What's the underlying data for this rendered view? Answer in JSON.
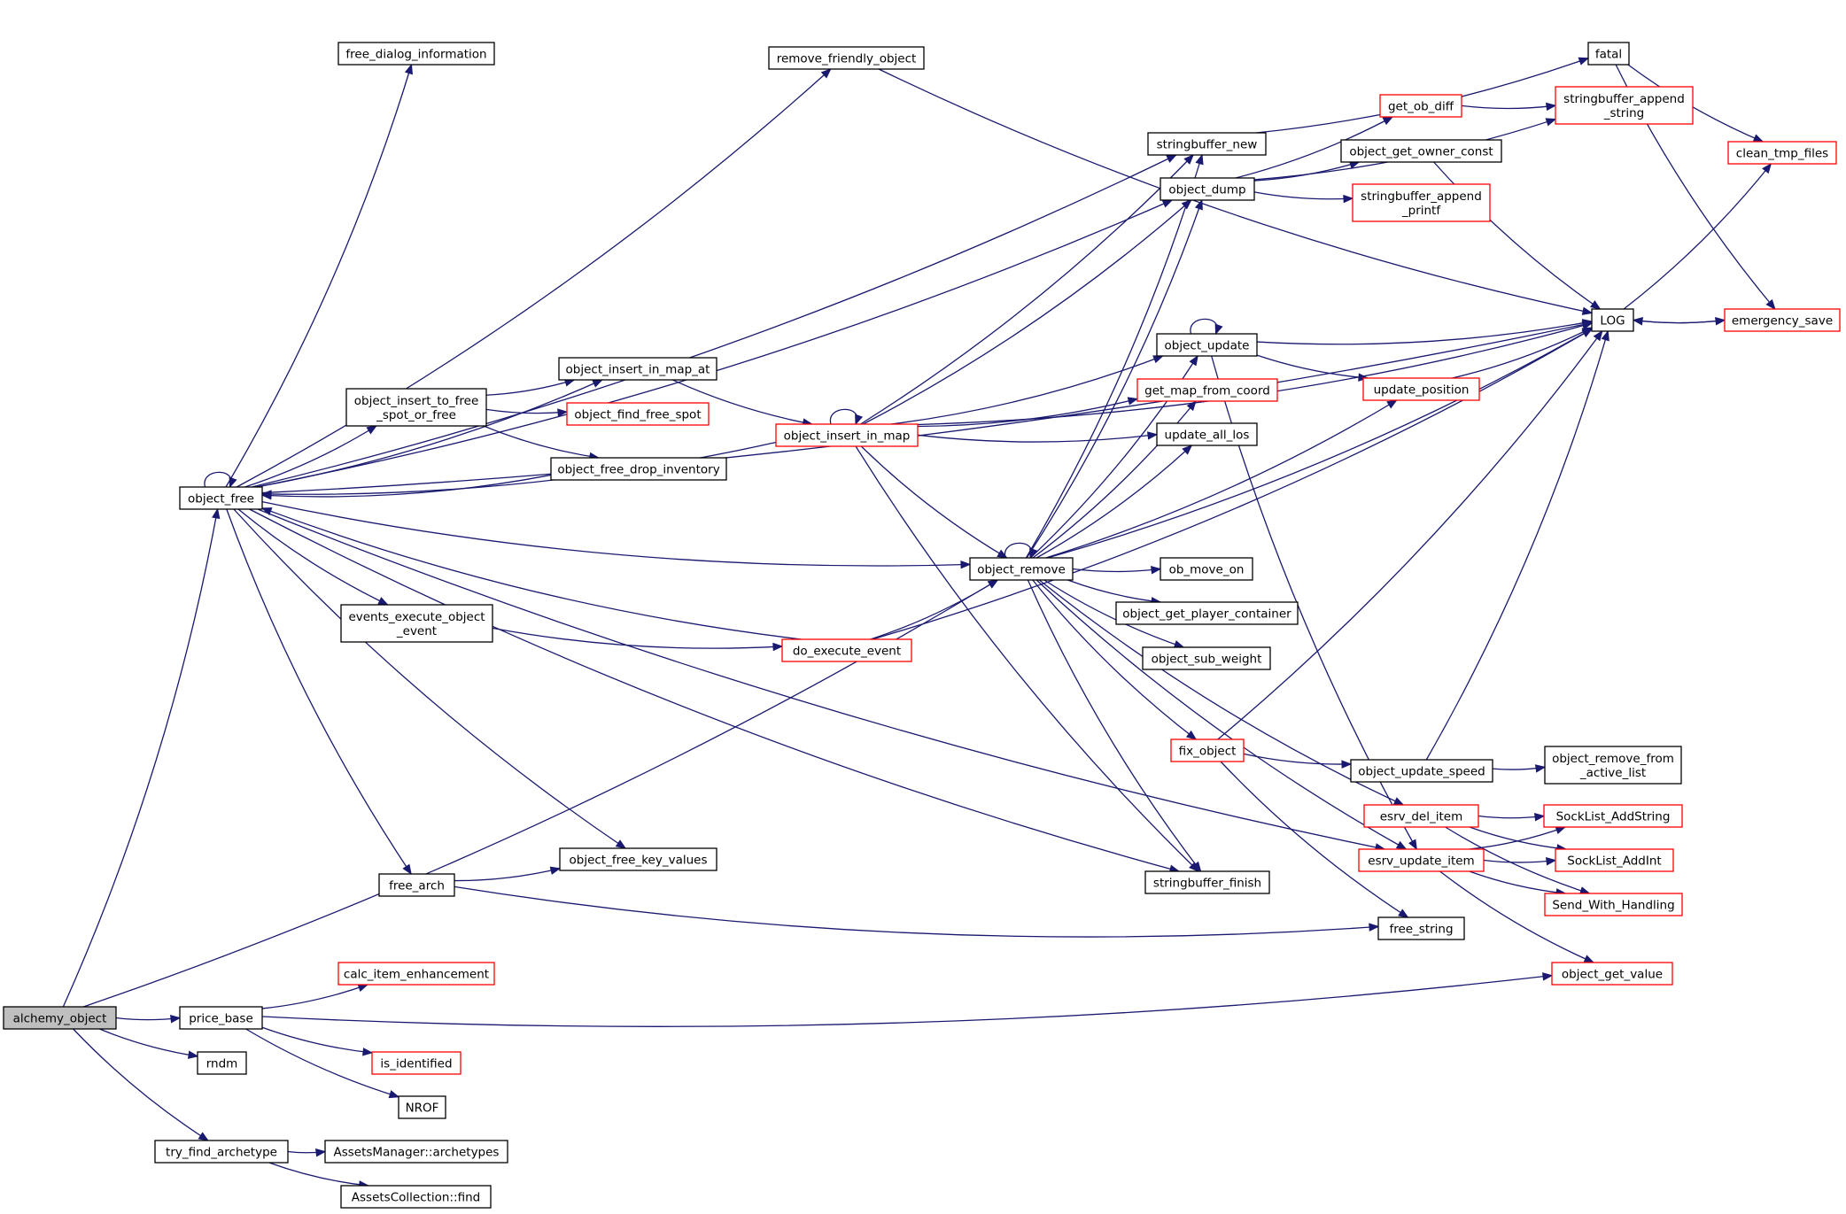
{
  "colors": {
    "edge": "#191970",
    "border": "#000000",
    "incomplete_border": "#ff0000",
    "root_fill": "#bfbfbf"
  },
  "nodes": [
    {
      "id": "alchemy_object",
      "lines": [
        "alchemy_object"
      ],
      "style": "root"
    },
    {
      "id": "object_free",
      "lines": [
        "object_free"
      ],
      "style": "normal"
    },
    {
      "id": "price_base",
      "lines": [
        "price_base"
      ],
      "style": "normal"
    },
    {
      "id": "rndm",
      "lines": [
        "rndm"
      ],
      "style": "normal"
    },
    {
      "id": "try_find_archetype",
      "lines": [
        "try_find_archetype"
      ],
      "style": "normal"
    },
    {
      "id": "free_dialog_information",
      "lines": [
        "free_dialog_information"
      ],
      "style": "normal"
    },
    {
      "id": "object_insert_to_free_spot_or_free",
      "lines": [
        "object_insert_to_free",
        "_spot_or_free"
      ],
      "style": "normal"
    },
    {
      "id": "events_execute_object_event",
      "lines": [
        "events_execute_object",
        "_event"
      ],
      "style": "normal"
    },
    {
      "id": "free_arch",
      "lines": [
        "free_arch"
      ],
      "style": "normal"
    },
    {
      "id": "calc_item_enhancement",
      "lines": [
        "calc_item_enhancement"
      ],
      "style": "red"
    },
    {
      "id": "is_identified",
      "lines": [
        "is_identified"
      ],
      "style": "red"
    },
    {
      "id": "NROF",
      "lines": [
        "NROF"
      ],
      "style": "normal"
    },
    {
      "id": "AssetsManager_archetypes",
      "lines": [
        "AssetsManager::archetypes"
      ],
      "style": "normal"
    },
    {
      "id": "AssetsCollection_find",
      "lines": [
        "AssetsCollection::find"
      ],
      "style": "normal"
    },
    {
      "id": "object_insert_in_map_at",
      "lines": [
        "object_insert_in_map_at"
      ],
      "style": "normal"
    },
    {
      "id": "object_find_free_spot",
      "lines": [
        "object_find_free_spot"
      ],
      "style": "red"
    },
    {
      "id": "object_free_drop_inventory",
      "lines": [
        "object_free_drop_inventory"
      ],
      "style": "normal"
    },
    {
      "id": "object_free_key_values",
      "lines": [
        "object_free_key_values"
      ],
      "style": "normal"
    },
    {
      "id": "remove_friendly_object",
      "lines": [
        "remove_friendly_object"
      ],
      "style": "normal"
    },
    {
      "id": "object_insert_in_map",
      "lines": [
        "object_insert_in_map"
      ],
      "style": "red"
    },
    {
      "id": "do_execute_event",
      "lines": [
        "do_execute_event"
      ],
      "style": "red"
    },
    {
      "id": "stringbuffer_new",
      "lines": [
        "stringbuffer_new"
      ],
      "style": "normal"
    },
    {
      "id": "object_dump",
      "lines": [
        "object_dump"
      ],
      "style": "normal"
    },
    {
      "id": "object_update",
      "lines": [
        "object_update"
      ],
      "style": "normal"
    },
    {
      "id": "get_map_from_coord",
      "lines": [
        "get_map_from_coord"
      ],
      "style": "red"
    },
    {
      "id": "update_all_los",
      "lines": [
        "update_all_los"
      ],
      "style": "normal"
    },
    {
      "id": "object_remove",
      "lines": [
        "object_remove"
      ],
      "style": "normal"
    },
    {
      "id": "ob_move_on",
      "lines": [
        "ob_move_on"
      ],
      "style": "normal"
    },
    {
      "id": "object_get_player_container",
      "lines": [
        "object_get_player_container"
      ],
      "style": "normal"
    },
    {
      "id": "object_sub_weight",
      "lines": [
        "object_sub_weight"
      ],
      "style": "normal"
    },
    {
      "id": "fix_object",
      "lines": [
        "fix_object"
      ],
      "style": "red"
    },
    {
      "id": "stringbuffer_finish",
      "lines": [
        "stringbuffer_finish"
      ],
      "style": "normal"
    },
    {
      "id": "get_ob_diff",
      "lines": [
        "get_ob_diff"
      ],
      "style": "red"
    },
    {
      "id": "object_get_owner_const",
      "lines": [
        "object_get_owner_const"
      ],
      "style": "normal"
    },
    {
      "id": "stringbuffer_append_printf",
      "lines": [
        "stringbuffer_append",
        "_printf"
      ],
      "style": "red"
    },
    {
      "id": "update_position",
      "lines": [
        "update_position"
      ],
      "style": "red"
    },
    {
      "id": "object_update_speed",
      "lines": [
        "object_update_speed"
      ],
      "style": "normal"
    },
    {
      "id": "esrv_del_item",
      "lines": [
        "esrv_del_item"
      ],
      "style": "red"
    },
    {
      "id": "esrv_update_item",
      "lines": [
        "esrv_update_item"
      ],
      "style": "red"
    },
    {
      "id": "free_string",
      "lines": [
        "free_string"
      ],
      "style": "normal"
    },
    {
      "id": "object_get_value",
      "lines": [
        "object_get_value"
      ],
      "style": "red"
    },
    {
      "id": "fatal",
      "lines": [
        "fatal"
      ],
      "style": "normal"
    },
    {
      "id": "stringbuffer_append_string",
      "lines": [
        "stringbuffer_append",
        "_string"
      ],
      "style": "red"
    },
    {
      "id": "LOG",
      "lines": [
        "LOG"
      ],
      "style": "normal"
    },
    {
      "id": "object_remove_from_active_list",
      "lines": [
        "object_remove_from",
        "_active_list"
      ],
      "style": "normal"
    },
    {
      "id": "SockList_AddString",
      "lines": [
        "SockList_AddString"
      ],
      "style": "red"
    },
    {
      "id": "SockList_AddInt",
      "lines": [
        "SockList_AddInt"
      ],
      "style": "red"
    },
    {
      "id": "Send_With_Handling",
      "lines": [
        "Send_With_Handling"
      ],
      "style": "red"
    },
    {
      "id": "clean_tmp_files",
      "lines": [
        "clean_tmp_files"
      ],
      "style": "red"
    },
    {
      "id": "emergency_save",
      "lines": [
        "emergency_save"
      ],
      "style": "red"
    }
  ],
  "edges": [
    [
      "alchemy_object",
      "object_free"
    ],
    [
      "alchemy_object",
      "object_remove"
    ],
    [
      "alchemy_object",
      "price_base"
    ],
    [
      "alchemy_object",
      "rndm"
    ],
    [
      "alchemy_object",
      "try_find_archetype"
    ],
    [
      "object_free",
      "free_dialog_information"
    ],
    [
      "object_free",
      "remove_friendly_object"
    ],
    [
      "object_free",
      "stringbuffer_new"
    ],
    [
      "object_free",
      "object_dump"
    ],
    [
      "object_free",
      "LOG"
    ],
    [
      "object_free",
      "object_insert_in_map_at"
    ],
    [
      "object_free",
      "object_insert_to_free_spot_or_free"
    ],
    [
      "object_free",
      "object_free"
    ],
    [
      "object_free",
      "object_remove"
    ],
    [
      "object_free",
      "events_execute_object_event"
    ],
    [
      "object_free",
      "stringbuffer_finish"
    ],
    [
      "object_free",
      "object_free_key_values"
    ],
    [
      "object_free",
      "free_arch"
    ],
    [
      "object_free",
      "esrv_update_item"
    ],
    [
      "object_insert_to_free_spot_or_free",
      "object_insert_in_map_at"
    ],
    [
      "object_insert_to_free_spot_or_free",
      "object_find_free_spot"
    ],
    [
      "object_insert_to_free_spot_or_free",
      "object_free_drop_inventory"
    ],
    [
      "object_free_drop_inventory",
      "object_free"
    ],
    [
      "object_insert_in_map",
      "object_free"
    ],
    [
      "do_execute_event",
      "object_free"
    ],
    [
      "object_insert_in_map_at",
      "object_insert_in_map"
    ],
    [
      "events_execute_object_event",
      "do_execute_event"
    ],
    [
      "free_arch",
      "object_free_key_values"
    ],
    [
      "free_arch",
      "free_string"
    ],
    [
      "price_base",
      "calc_item_enhancement"
    ],
    [
      "price_base",
      "is_identified"
    ],
    [
      "price_base",
      "NROF"
    ],
    [
      "price_base",
      "object_get_value"
    ],
    [
      "try_find_archetype",
      "AssetsManager_archetypes"
    ],
    [
      "try_find_archetype",
      "AssetsCollection_find"
    ],
    [
      "remove_friendly_object",
      "LOG"
    ],
    [
      "object_insert_in_map",
      "object_insert_in_map"
    ],
    [
      "object_insert_in_map",
      "stringbuffer_new"
    ],
    [
      "object_insert_in_map",
      "object_dump"
    ],
    [
      "object_insert_in_map",
      "LOG"
    ],
    [
      "object_insert_in_map",
      "object_update"
    ],
    [
      "object_insert_in_map",
      "get_map_from_coord"
    ],
    [
      "object_insert_in_map",
      "update_all_los"
    ],
    [
      "object_insert_in_map",
      "object_remove"
    ],
    [
      "object_insert_in_map",
      "stringbuffer_finish"
    ],
    [
      "do_execute_event",
      "object_remove"
    ],
    [
      "do_execute_event",
      "LOG"
    ],
    [
      "object_remove",
      "object_remove"
    ],
    [
      "object_remove",
      "stringbuffer_new"
    ],
    [
      "object_remove",
      "object_dump"
    ],
    [
      "object_remove",
      "object_update"
    ],
    [
      "object_remove",
      "get_map_from_coord"
    ],
    [
      "object_remove",
      "update_all_los"
    ],
    [
      "object_remove",
      "LOG"
    ],
    [
      "object_remove",
      "update_position"
    ],
    [
      "object_remove",
      "ob_move_on"
    ],
    [
      "object_remove",
      "object_get_player_container"
    ],
    [
      "object_remove",
      "object_sub_weight"
    ],
    [
      "object_remove",
      "fix_object"
    ],
    [
      "object_remove",
      "esrv_del_item"
    ],
    [
      "object_remove",
      "esrv_update_item"
    ],
    [
      "object_remove",
      "stringbuffer_finish"
    ],
    [
      "stringbuffer_new",
      "fatal"
    ],
    [
      "object_dump",
      "stringbuffer_append_string"
    ],
    [
      "object_dump",
      "get_ob_diff"
    ],
    [
      "object_dump",
      "object_get_owner_const"
    ],
    [
      "object_dump",
      "stringbuffer_append_printf"
    ],
    [
      "get_ob_diff",
      "stringbuffer_append_string"
    ],
    [
      "object_get_owner_const",
      "LOG"
    ],
    [
      "object_update",
      "object_update"
    ],
    [
      "object_update",
      "LOG"
    ],
    [
      "object_update",
      "update_position"
    ],
    [
      "object_update",
      "esrv_update_item"
    ],
    [
      "update_position",
      "LOG"
    ],
    [
      "fix_object",
      "LOG"
    ],
    [
      "fix_object",
      "object_update_speed"
    ],
    [
      "fix_object",
      "free_string"
    ],
    [
      "object_update_speed",
      "LOG"
    ],
    [
      "object_update_speed",
      "object_remove_from_active_list"
    ],
    [
      "esrv_del_item",
      "SockList_AddString"
    ],
    [
      "esrv_del_item",
      "SockList_AddInt"
    ],
    [
      "esrv_del_item",
      "Send_With_Handling"
    ],
    [
      "esrv_update_item",
      "SockList_AddString"
    ],
    [
      "esrv_update_item",
      "SockList_AddInt"
    ],
    [
      "esrv_update_item",
      "Send_With_Handling"
    ],
    [
      "esrv_update_item",
      "object_get_value"
    ],
    [
      "fatal",
      "clean_tmp_files"
    ],
    [
      "fatal",
      "emergency_save"
    ],
    [
      "LOG",
      "clean_tmp_files"
    ],
    [
      "LOG",
      "emergency_save"
    ],
    [
      "emergency_save",
      "LOG"
    ]
  ]
}
